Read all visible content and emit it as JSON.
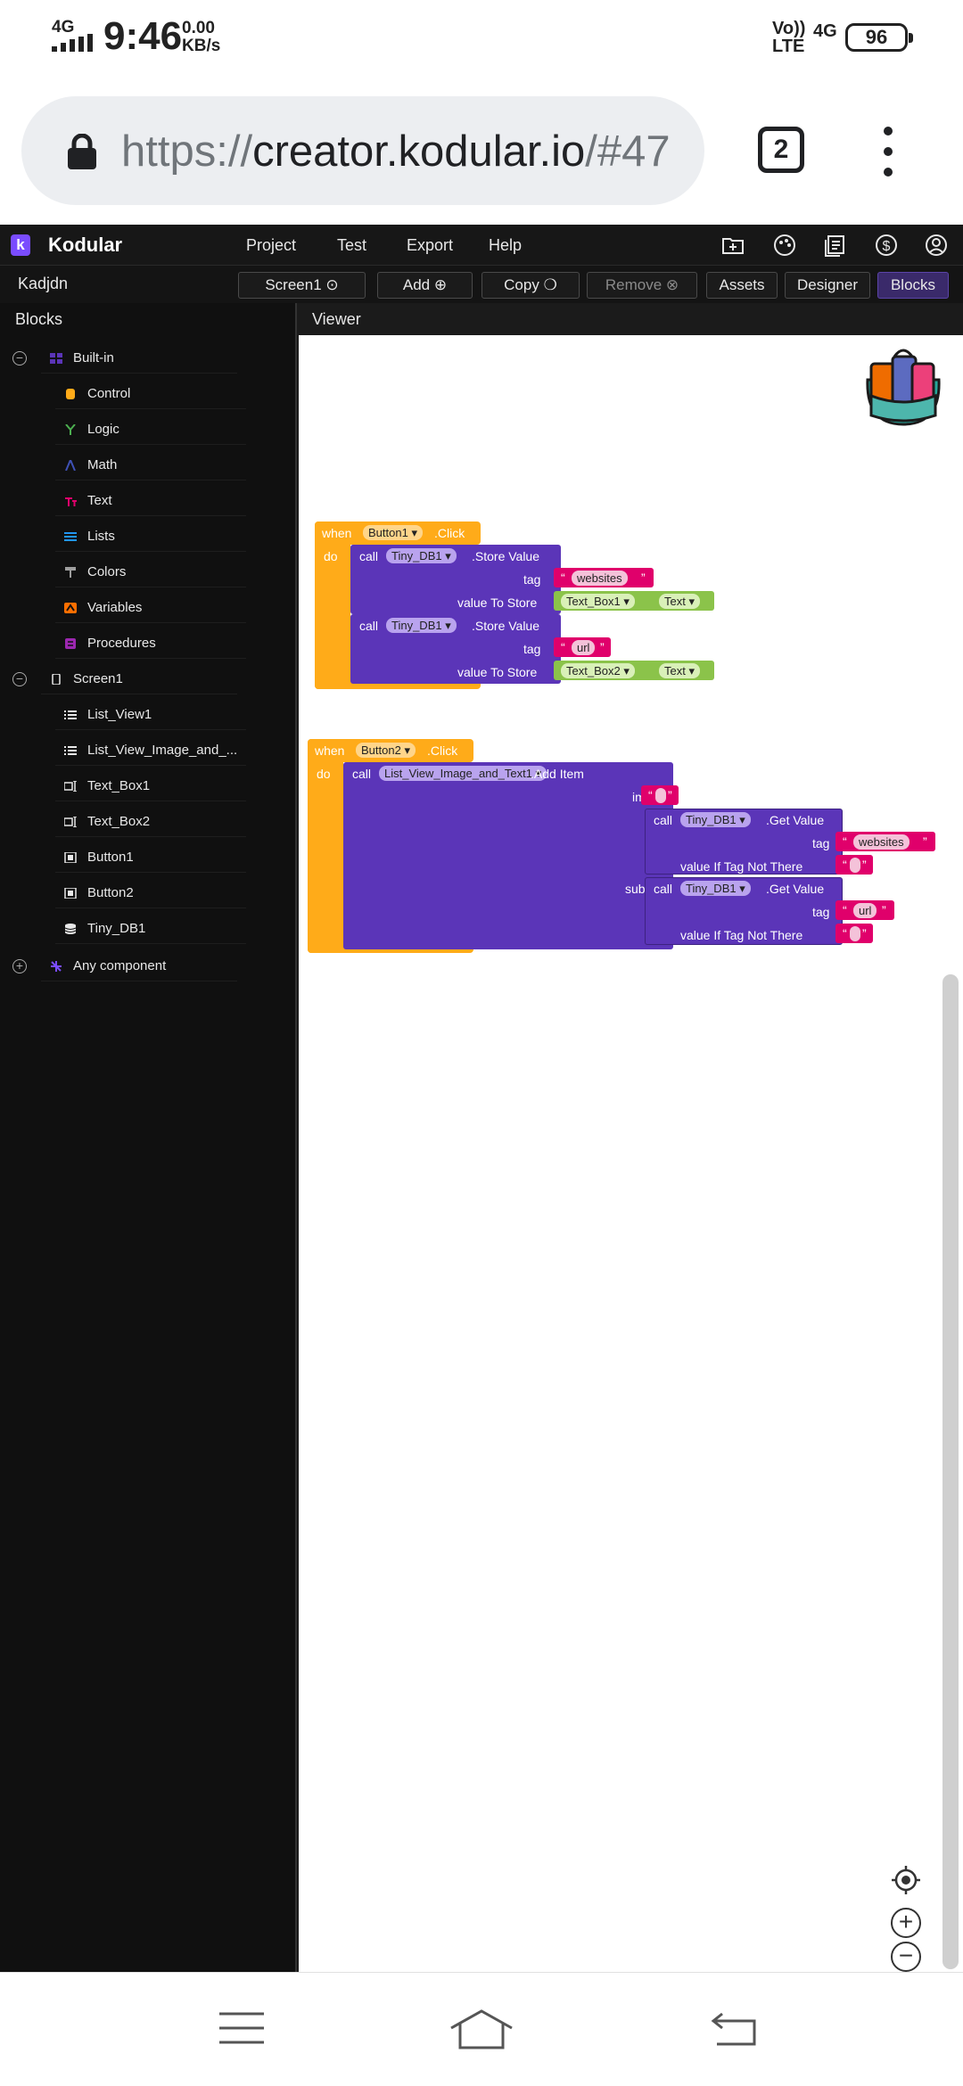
{
  "status_bar": {
    "network": "4G",
    "time": "9:46",
    "speed_value": "0.00",
    "speed_unit": "KB/s",
    "volte": "Vo)) ",
    "lte": "LTE",
    "network2": "4G",
    "battery": "96"
  },
  "browser": {
    "url_scheme": "https://",
    "url_host": "creator.kodular.io",
    "url_path": "/#47",
    "tab_count": "2"
  },
  "app": {
    "logo_letter": "k",
    "name": "Kodular",
    "menu": [
      "Project",
      "Test",
      "Export",
      "Help"
    ],
    "project_name": "Kadjdn",
    "toolbar": {
      "screen": "Screen1",
      "add": "Add",
      "copy": "Copy",
      "remove": "Remove",
      "assets": "Assets",
      "designer": "Designer",
      "blocks": "Blocks"
    },
    "blocks_header": "Blocks",
    "viewer_header": "Viewer"
  },
  "tree": {
    "builtin": "Built-in",
    "builtin_items": [
      "Control",
      "Logic",
      "Math",
      "Text",
      "Lists",
      "Colors",
      "Variables",
      "Procedures"
    ],
    "screen": "Screen1",
    "screen_items": [
      "List_View1",
      "List_View_Image_and_...",
      "Text_Box1",
      "Text_Box2",
      "Button1",
      "Button2",
      "Tiny_DB1"
    ],
    "any_component": "Any component"
  },
  "blocks": {
    "when": "when",
    "do": "do",
    "call": "call",
    "click": ".Click",
    "b1_button": "Button1",
    "b2_button": "Button2",
    "tinydb": "Tiny_DB1",
    "store_value": ".Store Value",
    "get_value": ".Get Value",
    "tag": "tag",
    "value_to_store": "value To Store",
    "websites": "websites",
    "url": "url",
    "text_box1": "Text_Box1",
    "text_box2": "Text_Box2",
    "text_prop": "Text",
    "listview": "List_View_Image_and_Text1",
    "add_item": ".Add Item",
    "image": "image",
    "title": "title",
    "subtitle": "subtitle",
    "value_if_not": "value If Tag Not There",
    "quote_open": "“",
    "quote_close": "”"
  }
}
